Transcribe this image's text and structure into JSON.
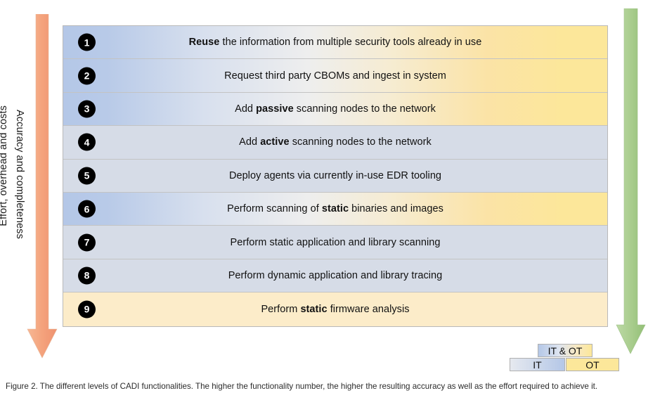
{
  "arrows": {
    "left": {
      "label": "Effort, overhead and costs",
      "color": "#f4a582",
      "direction": "down",
      "icon": "down-arrow-icon"
    },
    "right": {
      "label": "Accuracy and completeness",
      "color": "#a9cd8e",
      "direction": "down",
      "icon": "down-arrow-icon"
    }
  },
  "levels": [
    {
      "number": "1",
      "bold": "Reuse",
      "rest": " the information from multiple security tools already in use",
      "scope": "both"
    },
    {
      "number": "2",
      "bold": "",
      "rest": "Request third party CBOMs and ingest in system",
      "scope": "both"
    },
    {
      "number": "3",
      "pre": "Add ",
      "bold": "passive",
      "rest": " scanning nodes to the network",
      "scope": "both"
    },
    {
      "number": "4",
      "pre": "Add ",
      "bold": "active",
      "rest": " scanning nodes to the network",
      "scope": "it"
    },
    {
      "number": "5",
      "bold": "",
      "rest": "Deploy agents via currently in-use EDR tooling",
      "scope": "it"
    },
    {
      "number": "6",
      "pre": "Perform scanning of ",
      "bold": "static",
      "rest": " binaries and images",
      "scope": "both"
    },
    {
      "number": "7",
      "bold": "",
      "rest": "Perform static application and library scanning",
      "scope": "it"
    },
    {
      "number": "8",
      "bold": "",
      "rest": "Perform dynamic application and library tracing",
      "scope": "it"
    },
    {
      "number": "9",
      "pre": "Perform ",
      "bold": "static",
      "rest": " firmware analysis",
      "scope": "ot"
    }
  ],
  "legend": {
    "both_label": "IT & OT",
    "it_label": "IT",
    "ot_label": "OT"
  },
  "caption": "Figure 2. The different levels of CADI functionalities. The higher the functionality number, the higher the resulting accuracy as well as the effort required to achieve it.",
  "colors": {
    "it_blue": "#b4c7e7",
    "it_fill": "#d6dce7",
    "ot_yellow": "#fce79a",
    "ot_fill": "#fcecc9",
    "left_arrow": "#f4a582",
    "right_arrow": "#a9cd8e",
    "badge": "#000000"
  }
}
